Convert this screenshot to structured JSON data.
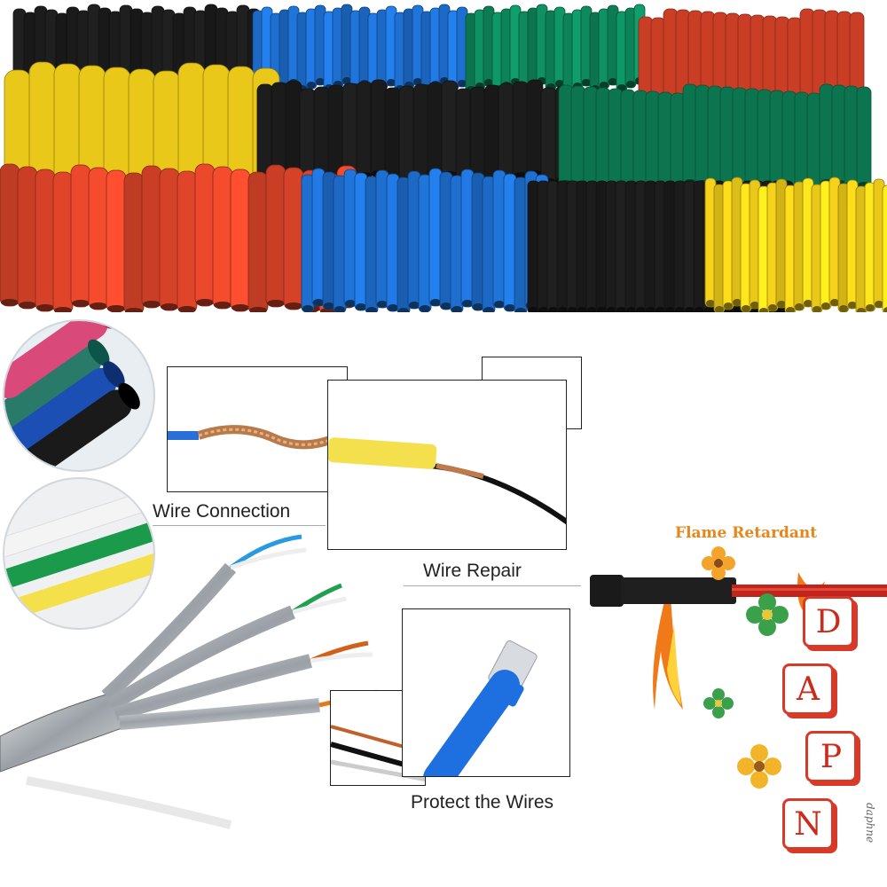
{
  "captions": {
    "wire_connection": "Wire Connection",
    "wire_repair": "Wire Repair",
    "protect_wires": "Protect the Wires",
    "flame_retardant": "Flame Retardant"
  },
  "brand": {
    "letters": [
      "D",
      "A",
      "P",
      "N"
    ],
    "signature": "daphne"
  },
  "colors": {
    "black": "#1c1c1c",
    "blue": "#1e6fd0",
    "green": "#0e8a5e",
    "red": "#e0452a",
    "yellow": "#f6d21a"
  }
}
